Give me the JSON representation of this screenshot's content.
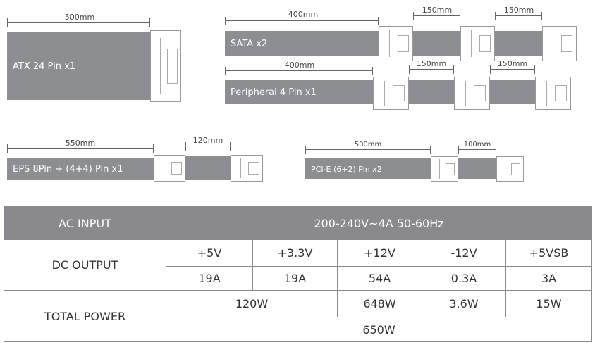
{
  "cables": {
    "atx": {
      "label": "ATX 24 Pin x1",
      "lengths": [
        "500mm"
      ]
    },
    "sata": {
      "label": "SATA x2",
      "lengths": [
        "400mm",
        "150mm",
        "150mm"
      ]
    },
    "peripheral": {
      "label": "Peripheral 4 Pin x1",
      "lengths": [
        "400mm",
        "150mm",
        "150mm"
      ]
    },
    "eps": {
      "label": "EPS 8Pin + (4+4) Pin x1",
      "lengths": [
        "550mm",
        "120mm"
      ]
    },
    "pcie": {
      "label": "PCI-E (6+2) Pin x2",
      "lengths": [
        "500mm",
        "100mm"
      ]
    }
  },
  "table": {
    "ac_input_label": "AC INPUT",
    "ac_input_value": "200-240V~4A 50-60Hz",
    "dc_output_label": "DC OUTPUT",
    "rails": [
      "+5V",
      "+3.3V",
      "+12V",
      "-12V",
      "+5VSB"
    ],
    "currents": [
      "19A",
      "19A",
      "54A",
      "0.3A",
      "3A"
    ],
    "total_power_label": "TOTAL POWER",
    "power": {
      "combined_5v_33v": "120W",
      "v12": "648W",
      "neg12": "3.6W",
      "v5sb": "15W"
    },
    "total": "650W"
  }
}
